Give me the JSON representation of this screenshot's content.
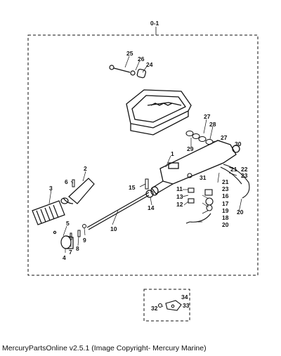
{
  "diagram": {
    "assembly_label": "0-1",
    "callouts": [
      "1",
      "2",
      "3",
      "4",
      "5",
      "6",
      "7",
      "8",
      "9",
      "10",
      "11",
      "12",
      "13",
      "14",
      "15",
      "16",
      "17",
      "18",
      "19",
      "20",
      "20",
      "21",
      "21",
      "22",
      "23",
      "23",
      "24",
      "25",
      "26",
      "27",
      "27",
      "28",
      "29",
      "30",
      "31",
      "32",
      "33",
      "34"
    ]
  },
  "footer": {
    "caption": "MercuryPartsOnline v2.5.1 (Image Copyright- Mercury Marine)"
  },
  "colors": {
    "line": "#111111",
    "background": "#ffffff"
  }
}
